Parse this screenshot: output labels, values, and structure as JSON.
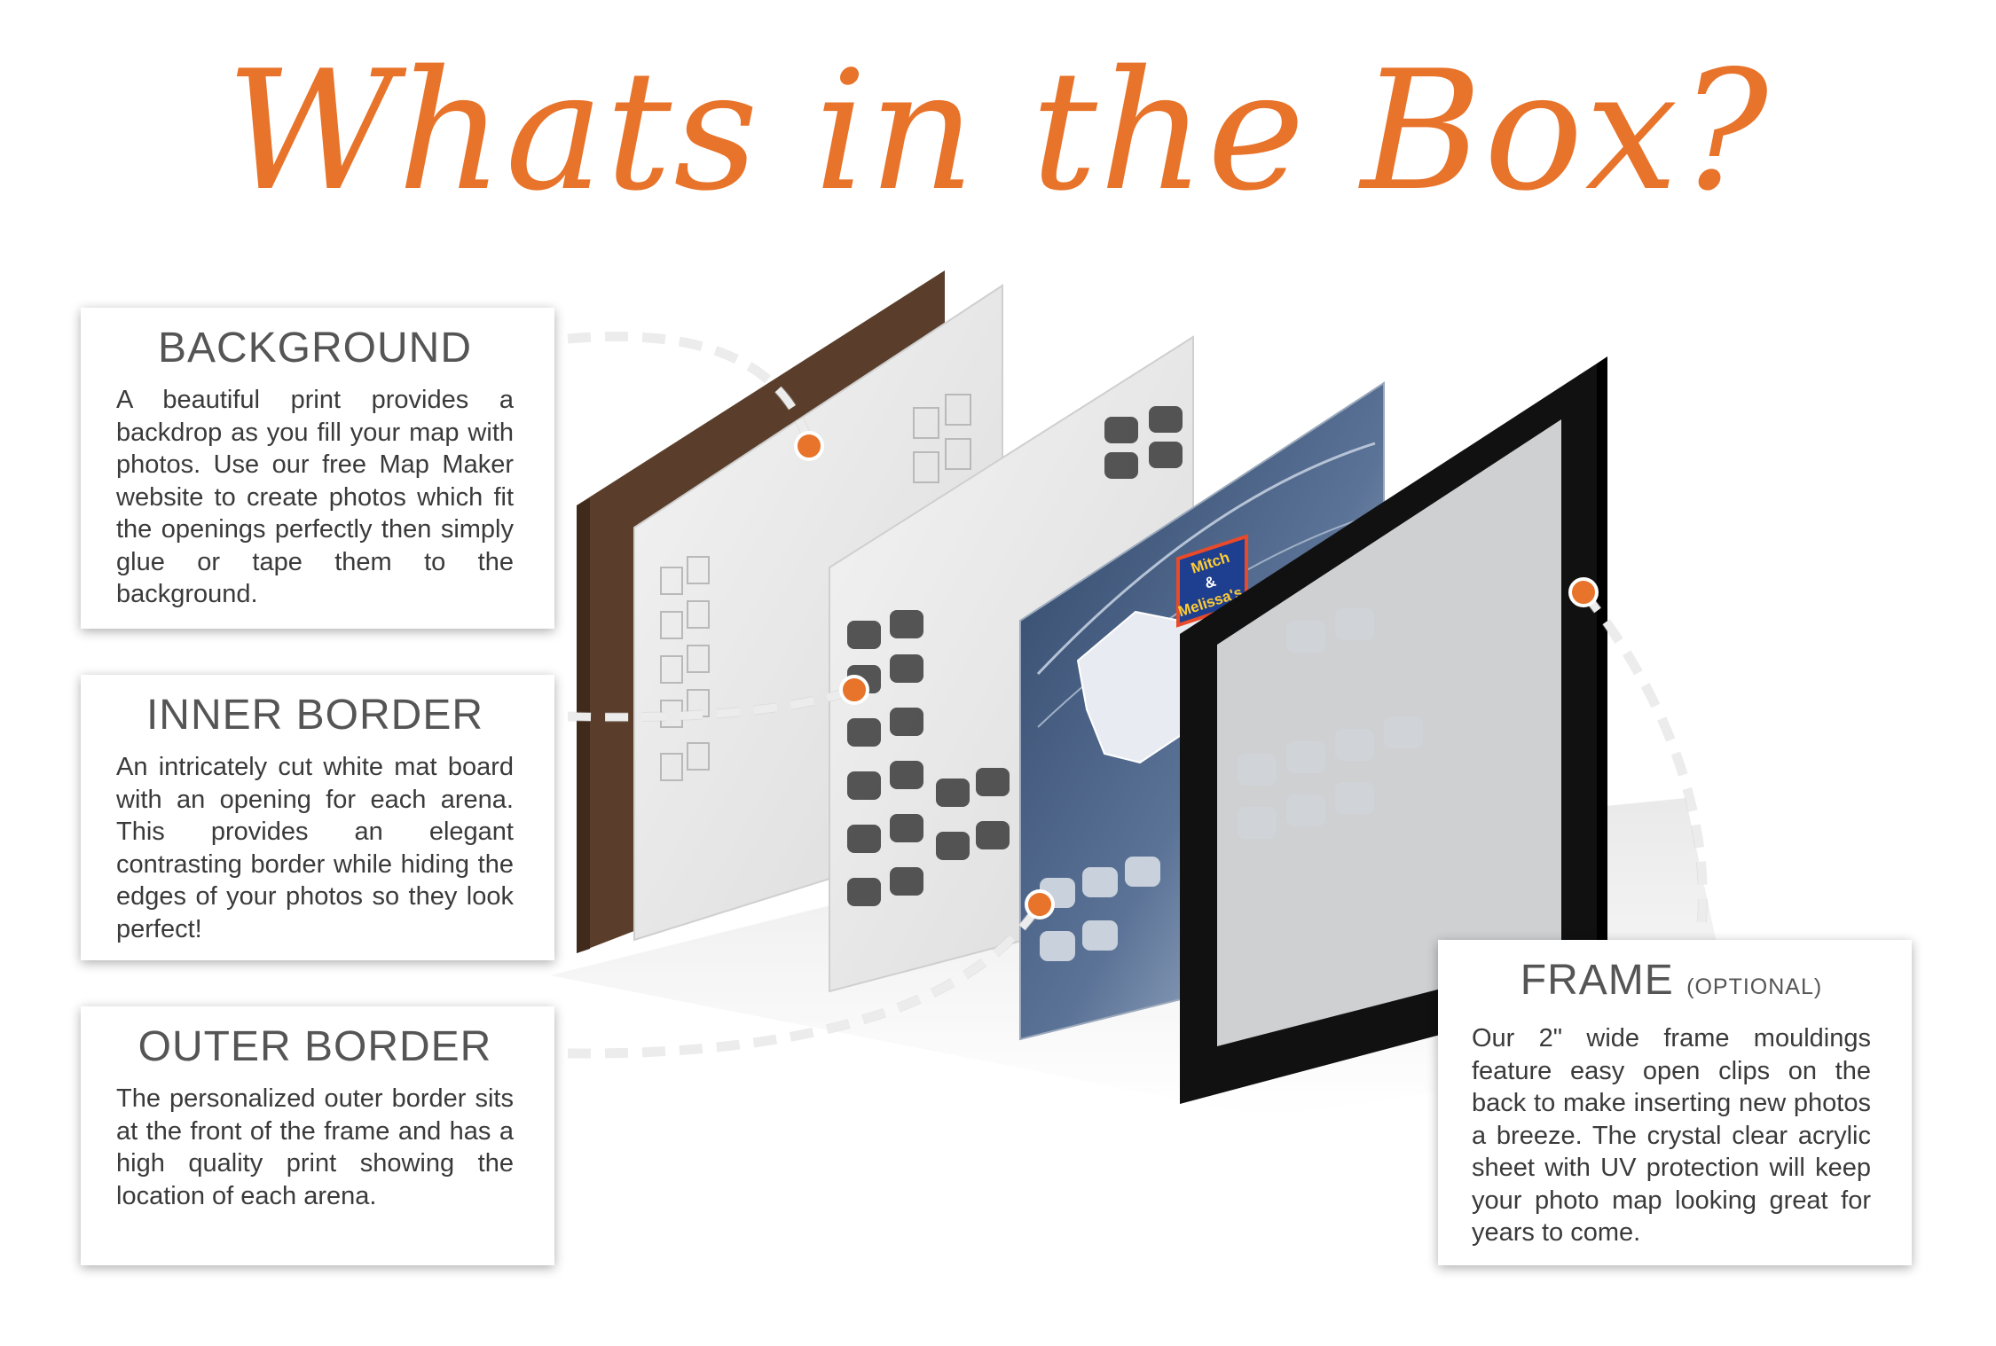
{
  "title": "Whats in the Box?",
  "cards": {
    "background": {
      "title": "BACKGROUND",
      "body": "A beautiful print provides a backdrop as you fill your map with photos.  Use our free Map Maker website to create photos which fit the openings perfectly then simply glue or tape them to the background."
    },
    "inner_border": {
      "title": "INNER BORDER",
      "body": "An intricately cut white mat board with an opening for each arena. This provides an elegant contrasting border while hiding the edges of your photos so they look perfect!"
    },
    "outer_border": {
      "title": "OUTER BORDER",
      "body": "The personalized outer border sits at the front of the frame and has a high quality print showing the location of each arena."
    },
    "frame": {
      "title": "FRAME",
      "subtitle": "(OPTIONAL)",
      "body": "Our 2\" wide frame mouldings feature easy open clips on the back to make inserting new photos a breeze. The crystal clear acrylic sheet with UV protection will keep your photo map looking great for years to come."
    }
  },
  "badge": {
    "line1": "Mitch",
    "line2": "&",
    "line3": "Melissa's"
  },
  "colors": {
    "accent": "#e8732a",
    "cardboard": "#5a3e2b",
    "frame": "#111111",
    "map_blue": "#3a5478"
  }
}
